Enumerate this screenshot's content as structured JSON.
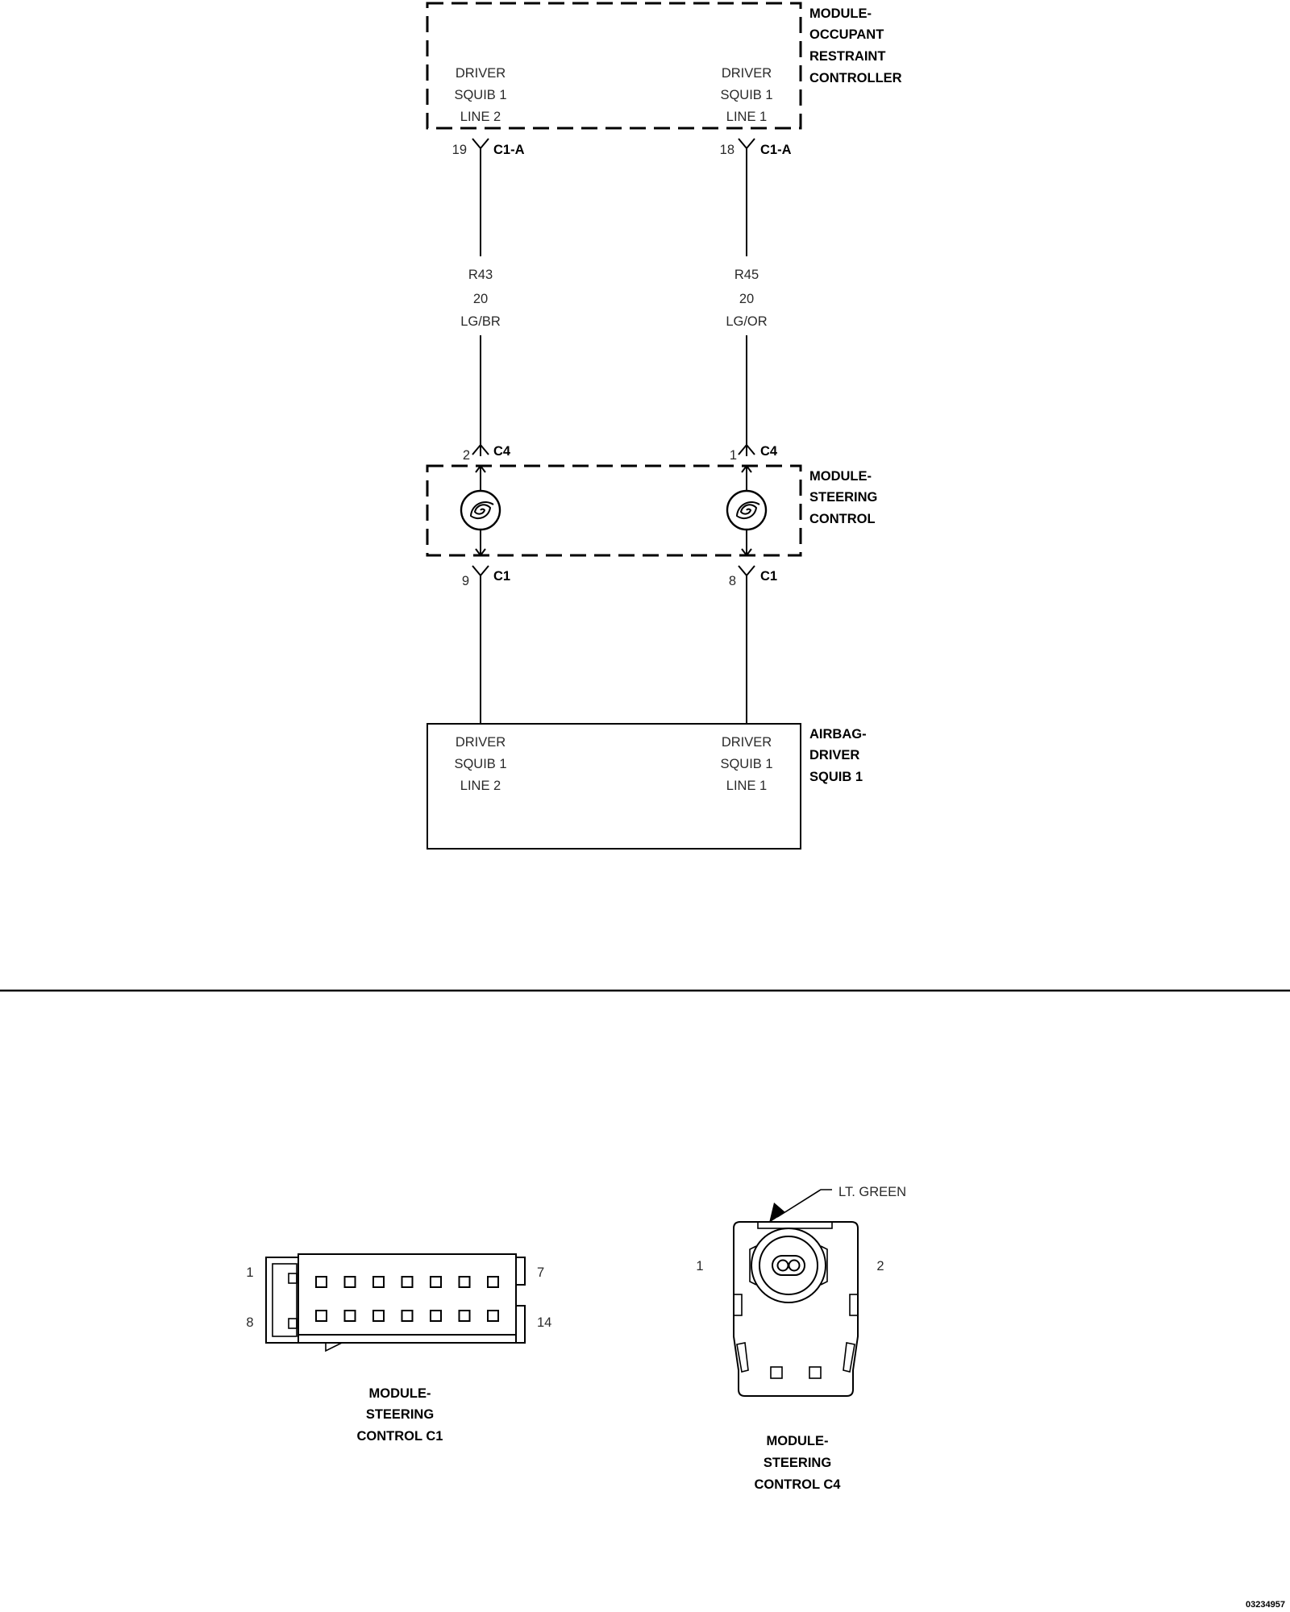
{
  "orc": {
    "name": [
      "MODULE-",
      "OCCUPANT",
      "RESTRAINT",
      "CONTROLLER"
    ],
    "left_pin": [
      "DRIVER",
      "SQUIB 1",
      "LINE 2"
    ],
    "right_pin": [
      "DRIVER",
      "SQUIB 1",
      "LINE 1"
    ]
  },
  "connectors": {
    "c1a_left": {
      "pin": "19",
      "name": "C1-A"
    },
    "c1a_right": {
      "pin": "18",
      "name": "C1-A"
    },
    "c4_left": {
      "pin": "2",
      "name": "C4"
    },
    "c4_right": {
      "pin": "1",
      "name": "C4"
    },
    "c1_left": {
      "pin": "9",
      "name": "C1"
    },
    "c1_right": {
      "pin": "8",
      "name": "C1"
    }
  },
  "wires": {
    "left": [
      "R43",
      "20",
      "LG/BR"
    ],
    "right": [
      "R45",
      "20",
      "LG/OR"
    ]
  },
  "steering": {
    "name": [
      "MODULE-",
      "STEERING",
      "CONTROL"
    ]
  },
  "airbag": {
    "name": [
      "AIRBAG-",
      "DRIVER",
      "SQUIB 1"
    ],
    "left_pin": [
      "DRIVER",
      "SQUIB 1",
      "LINE 2"
    ],
    "right_pin": [
      "DRIVER",
      "SQUIB 1",
      "LINE 1"
    ]
  },
  "c1_view": {
    "pin_labels": {
      "top_left": "1",
      "bottom_left": "8",
      "top_right": "7",
      "bottom_right": "14"
    },
    "caption": [
      "MODULE-",
      "STEERING",
      "CONTROL C1"
    ]
  },
  "c4_view": {
    "color_label": "LT. GREEN",
    "pin_labels": {
      "left": "1",
      "right": "2"
    },
    "caption": [
      "MODULE-",
      "STEERING",
      "CONTROL C4"
    ]
  },
  "figure_id": "03234957"
}
